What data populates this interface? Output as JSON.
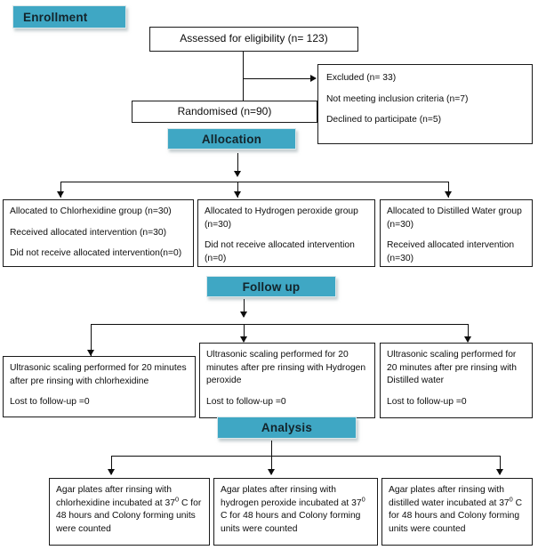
{
  "diagram": {
    "title": "CONSORT participant flow diagram",
    "accent_color": "#3fa7c4",
    "line_color": "#0d0d0d",
    "box_background": "#ffffff"
  },
  "stages": {
    "enrollment": "Enrollment",
    "allocation": "Allocation",
    "followup": "Follow up",
    "analysis": "Analysis"
  },
  "enrollment": {
    "assessed": "Assessed for eligibility (n= 123)",
    "randomised": "Randomised (n=90)",
    "excluded": {
      "line1": "Excluded (n= 33)",
      "line2": "Not meeting inclusion criteria (n=7)",
      "line3": "Declined to participate (n=5)"
    }
  },
  "allocation_boxes": [
    {
      "line1": "Allocated to Chlorhexidine group (n=30)",
      "line2": "Received allocated intervention (n=30)",
      "line3": "Did not receive allocated intervention(n=0)"
    },
    {
      "line1": "Allocated to Hydrogen peroxide group (n=30)",
      "line2": "Did not receive allocated intervention (n=0)",
      "line3": ""
    },
    {
      "line1": "Allocated to Distilled Water group (n=30)",
      "line2": "Received allocated intervention (n=30)",
      "line3": ""
    }
  ],
  "followup_boxes": [
    {
      "line1": "Ultrasonic scaling performed for 20 minutes after pre rinsing with chlorhexidine",
      "line2": "Lost to follow-up =0"
    },
    {
      "line1": "Ultrasonic scaling performed for 20 minutes after pre rinsing with Hydrogen peroxide",
      "line2": "Lost to follow-up =0"
    },
    {
      "line1": "Ultrasonic scaling performed for 20 minutes after pre rinsing with Distilled water",
      "line2": "Lost to follow-up =0"
    }
  ],
  "analysis_boxes": [
    {
      "prefix": "Agar plates after rinsing with chlorhexidine incubated at 37",
      "sup": "0",
      "suffix": " C for 48 hours and Colony forming units were counted"
    },
    {
      "prefix": "Agar plates after rinsing with hydrogen peroxide incubated at 37",
      "sup": "0",
      "suffix": " C for 48 hours and Colony forming units were counted"
    },
    {
      "prefix": "Agar plates after rinsing with distilled water incubated at 37",
      "sup": "0",
      "suffix": " C for 48 hours and Colony forming units were counted"
    }
  ]
}
